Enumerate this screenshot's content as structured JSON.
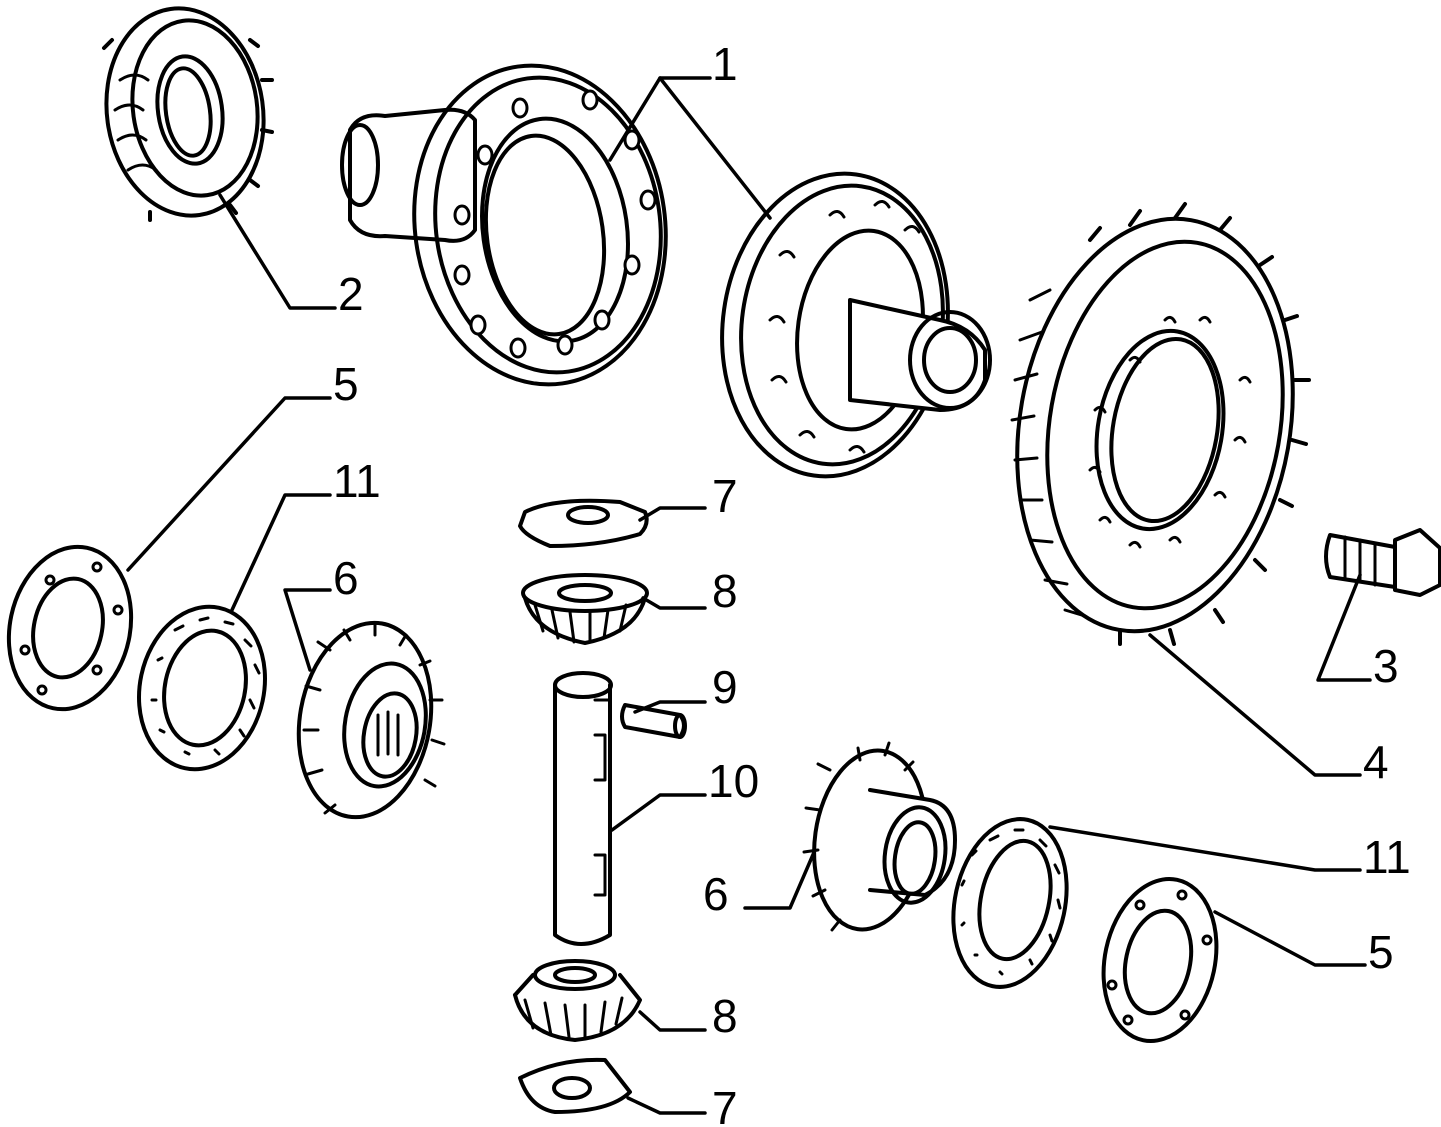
{
  "callouts": [
    {
      "id": "c1",
      "label": "1"
    },
    {
      "id": "c2",
      "label": "2"
    },
    {
      "id": "c3",
      "label": "3"
    },
    {
      "id": "c4",
      "label": "4"
    },
    {
      "id": "c5a",
      "label": "5"
    },
    {
      "id": "c5b",
      "label": "5"
    },
    {
      "id": "c6a",
      "label": "6"
    },
    {
      "id": "c6b",
      "label": "6"
    },
    {
      "id": "c7a",
      "label": "7"
    },
    {
      "id": "c7b",
      "label": "7"
    },
    {
      "id": "c8a",
      "label": "8"
    },
    {
      "id": "c8b",
      "label": "8"
    },
    {
      "id": "c9",
      "label": "9"
    },
    {
      "id": "c10",
      "label": "10"
    },
    {
      "id": "c11a",
      "label": "11"
    },
    {
      "id": "c11b",
      "label": "11"
    }
  ]
}
